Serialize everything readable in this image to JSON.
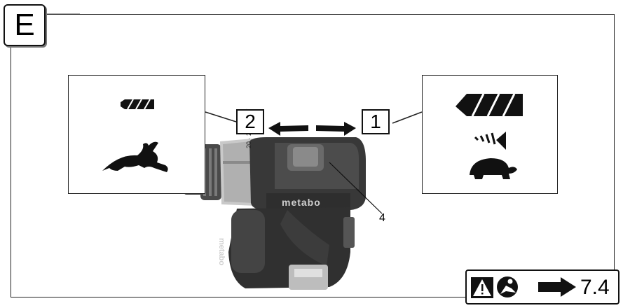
{
  "section_label": "E",
  "positions": {
    "left_label": "2",
    "right_label": "1"
  },
  "callout_label": "4",
  "tool_brand": "metabo",
  "chuck_markings": "20 · 23 · 1 2 T",
  "reference": {
    "section": "7.4",
    "icons": [
      "warning-icon",
      "read-manual-icon",
      "arrow-right-icon"
    ]
  },
  "icons": {
    "left_panel": [
      "small-drill-bit-icon",
      "rabbit-icon"
    ],
    "right_panel": [
      "large-drill-bit-icon",
      "torque-icon",
      "turtle-icon"
    ]
  }
}
